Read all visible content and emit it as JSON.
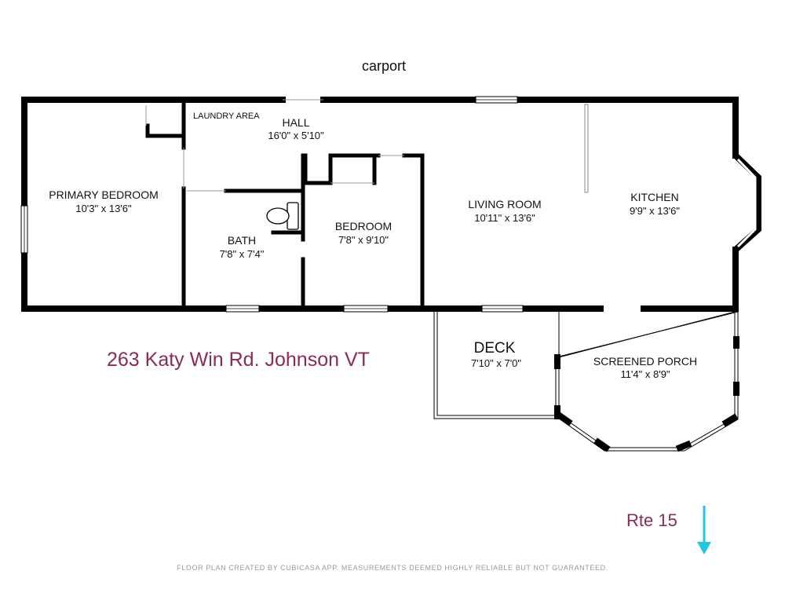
{
  "labels": {
    "carport": "carport",
    "laundry": "LAUNDRY AREA",
    "address": "263 Katy Win Rd. Johnson VT",
    "road": "Rte 15",
    "footer": "FLOOR PLAN CREATED BY CUBICASA APP. MEASUREMENTS DEEMED HIGHLY RELIABLE BUT NOT GUARANTEED."
  },
  "rooms": {
    "hall": {
      "name": "HALL",
      "dims": "16'0\" x 5'10\""
    },
    "primary_bedroom": {
      "name": "PRIMARY BEDROOM",
      "dims": "10'3\" x 13'6\""
    },
    "bath": {
      "name": "BATH",
      "dims": "7'8\" x 7'4\""
    },
    "bedroom": {
      "name": "BEDROOM",
      "dims": "7'8\" x 9'10\""
    },
    "living_room": {
      "name": "LIVING ROOM",
      "dims": "10'11\" x 13'6\""
    },
    "kitchen": {
      "name": "KITCHEN",
      "dims": "9'9\" x 13'6\""
    },
    "deck": {
      "name": "DECK",
      "dims": "7'10\" x 7'0\""
    },
    "screened_porch": {
      "name": "SCREENED PORCH",
      "dims": "11'4\" x 8'9\""
    }
  },
  "colors": {
    "wall": "#000000",
    "address_text": "#8b2a55",
    "arrow": "#1fc8de",
    "footer_text": "#9a9a9a"
  },
  "icons": {
    "north_arrow": "down-arrow-icon",
    "toilet": "toilet-icon"
  }
}
